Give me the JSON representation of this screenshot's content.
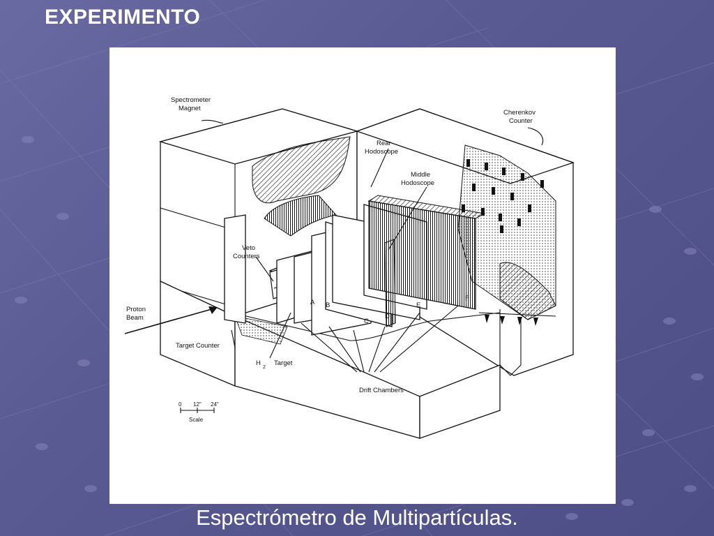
{
  "slide": {
    "title": "EXPERIMENTO",
    "caption": "Espectrómetro de Multipartículas."
  },
  "diagram": {
    "labels": {
      "spectrometer_magnet_l1": "Spectrometer",
      "spectrometer_magnet_l2": "Magnet",
      "cherenkov_l1": "Cherenkov",
      "cherenkov_l2": "Counter",
      "rear_hodoscope_l1": "Rear",
      "rear_hodoscope_l2": "Hodoscope",
      "middle_hodoscope_l1": "Middle",
      "middle_hodoscope_l2": "Hodoscope",
      "veto_l1": "Veto",
      "veto_l2": "Counters",
      "proton_beam_l1": "Proton",
      "proton_beam_l2": "Beam",
      "target_counter": "Target  Counter",
      "h2_target_h": "H",
      "h2_target_sub": "2",
      "h2_target_word": "Target",
      "drift_chambers": "Drift  Chambers",
      "chamber_a": "A",
      "chamber_b": "B",
      "chamber_c": "C",
      "chamber_d": "D",
      "chamber_e": "E",
      "chamber_f": "F",
      "scale_0": "0",
      "scale_12": "12\"",
      "scale_24": "24\"",
      "scale_word": "Scale"
    }
  }
}
